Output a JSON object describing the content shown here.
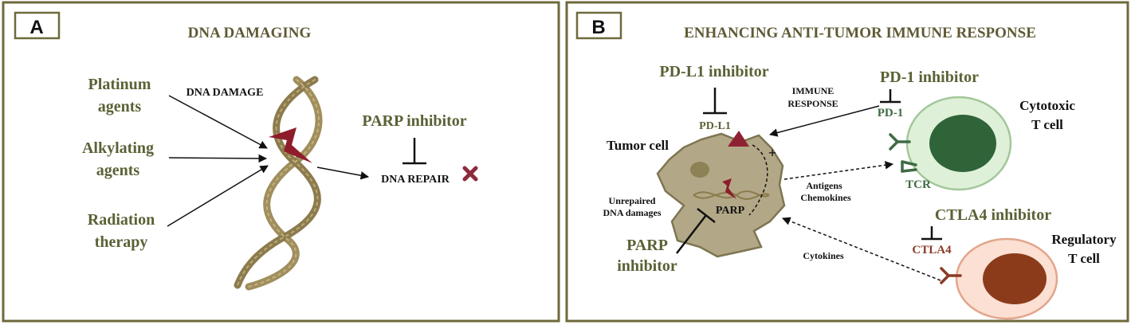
{
  "colors": {
    "frame": "#6e6a3c",
    "heading": "#5f5a35",
    "olive_text": "#5b6135",
    "dna": "#a08e5c",
    "dna_dark": "#8c7b4d",
    "bolt": "#8e1d2b",
    "cross": "#8e2a3c",
    "tumor_fill": "#b2a887",
    "tumor_edge": "#7e7552",
    "cytotoxic_fill": "#dff0d8",
    "cytotoxic_edge": "#a3c79a",
    "cytotoxic_nucleus": "#2f6338",
    "tcr": "#3f6b44",
    "regulatory_fill": "#fbe0d3",
    "regulatory_edge": "#e3a58c",
    "regulatory_nucleus": "#8c3b1a",
    "ctla4": "#8a3b24",
    "pdl1_triangle": "#8e2233"
  },
  "panel_a": {
    "tag": "A",
    "title": "DNA DAMAGING",
    "agents": [
      {
        "line1": "Platinum",
        "line2": "agents"
      },
      {
        "line1": "Alkylating",
        "line2": "agents"
      },
      {
        "line1": "Radiation",
        "line2": "therapy"
      }
    ],
    "dna_damage_label": "DNA DAMAGE",
    "parp_inhibitor_label": "PARP inhibitor",
    "dna_repair_label": "DNA REPAIR"
  },
  "panel_b": {
    "tag": "B",
    "title": "ENHANCING ANTI-TUMOR IMMUNE RESPONSE",
    "pdl1_inhibitor": "PD-L1 inhibitor",
    "pdl1": "PD-L1",
    "immune_response_line1": "IMMUNE",
    "immune_response_line2": "RESPONSE",
    "pd1_inhibitor": "PD-1 inhibitor",
    "pd1": "PD-1",
    "cytotoxic_line1": "Cytotoxic",
    "cytotoxic_line2": "T cell",
    "tumor_cell": "Tumor cell",
    "plus": "+",
    "antigens": "Antigens",
    "chemokines": "Chemokines",
    "tcr": "TCR",
    "unrepaired_line1": "Unrepaired",
    "unrepaired_line2": "DNA damages",
    "parp": "PARP",
    "parp_inhibitor_line1": "PARP",
    "parp_inhibitor_line2": "inhibitor",
    "ctla4_inhibitor": "CTLA4 inhibitor",
    "ctla4": "CTLA4",
    "cytokines": "Cytokines",
    "regulatory_line1": "Regulatory",
    "regulatory_line2": "T cell"
  }
}
